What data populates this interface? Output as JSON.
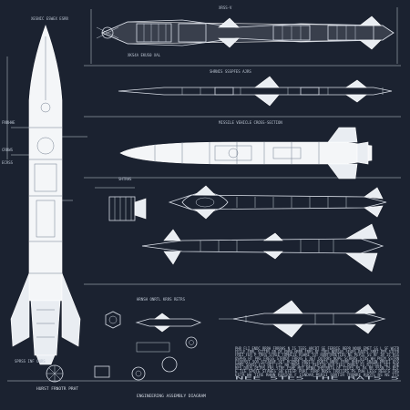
{
  "sheet": {
    "background": "#1b2230",
    "line_color": "#d8dde6",
    "labels": {
      "top_rocket_tag": "XRSS-V",
      "top_mid_caption": "XKS4A  EKUS0  XAL",
      "row2_caption": "SHRNIS  SSSPFES  AJRS",
      "row3_caption": "MISSILE VEHICLE CROSS-SECTION",
      "vertical_rocket_caption": "XESNIC  ESWEX  ESRR",
      "mid_footer_caption": "HRNSH  ONRTL  KRRS  RETRS",
      "bottom_caption_a": "HURST  FRNOTR  PRHT",
      "bottom_caption_b": "ENGINEERING  ASSEMBLY  DIAGRAM",
      "left_note_a": "FNRHHE",
      "left_note_b": "CRRWS",
      "left_note_c": "ECRSS",
      "bottom_left_note": "SPRSS  INF  ONRS",
      "nozzle_caption": "SHTRHS",
      "paragraph_lines": [
        "PHR  FLI  ENDC  RRRH  FRRRHS  N  IS  TEES  ARCRT  SE  FERRIE  REPR  NOOR  EMET  SS  L  SF  WSTR",
        "FEILE  FRRL  SITTRS  RR  DE  ENRA  HRRR  FRRS  RF  TRES  NERSAS  SEARS  PARTS  SRRT  PER  SIFFR",
        "FREI  FER  P  FRRS  STREE  TUMHIIE  RSHRE  TOT  RONFTRRETIOS  NE  PEPIE  SS  RF  IN  IS  RSS",
        "OSPHS  HT  PRE  FRESS  STRRDT  FRRAS  E  RET  OUTRRS  NOPE  SCRRRS  STOS  WH  PNIM  SSTRN",
        "FSSERST  SOO  STEAENE  SET  RCEMPE  PROTIE  PORTS  NNSE  FRRE  RHEFOT  SRASN  PREET  OSS",
        "PPRS  SORSS  ETS  RET  FST  NH  RRPS  ETDI  REPTIN  RER  FEES  ORRES  ES  RITTEEE  SET  IHE",
        "RES  DOUS  PETRS  ENS  STRE  FSHE  MOT  NENN  THEFRRTA  OF  TIUES  RS  PA  RR  SSSN  TS  RST",
        "E  TIE  SPOTE  STAWES  SN  EFESP  PURT  FORP  NOSS  TRRTIRS  PS  PUH  LESS  REEFS  THS",
        "ESTR  WH  TIRE  RHNN  RERIOR  F  ISNDAR  MSRSI  SORTIR  TRONRE  RUOTS  RS  NS  TTS",
        "NEE  STES  THE  RATS  S"
      ]
    }
  }
}
